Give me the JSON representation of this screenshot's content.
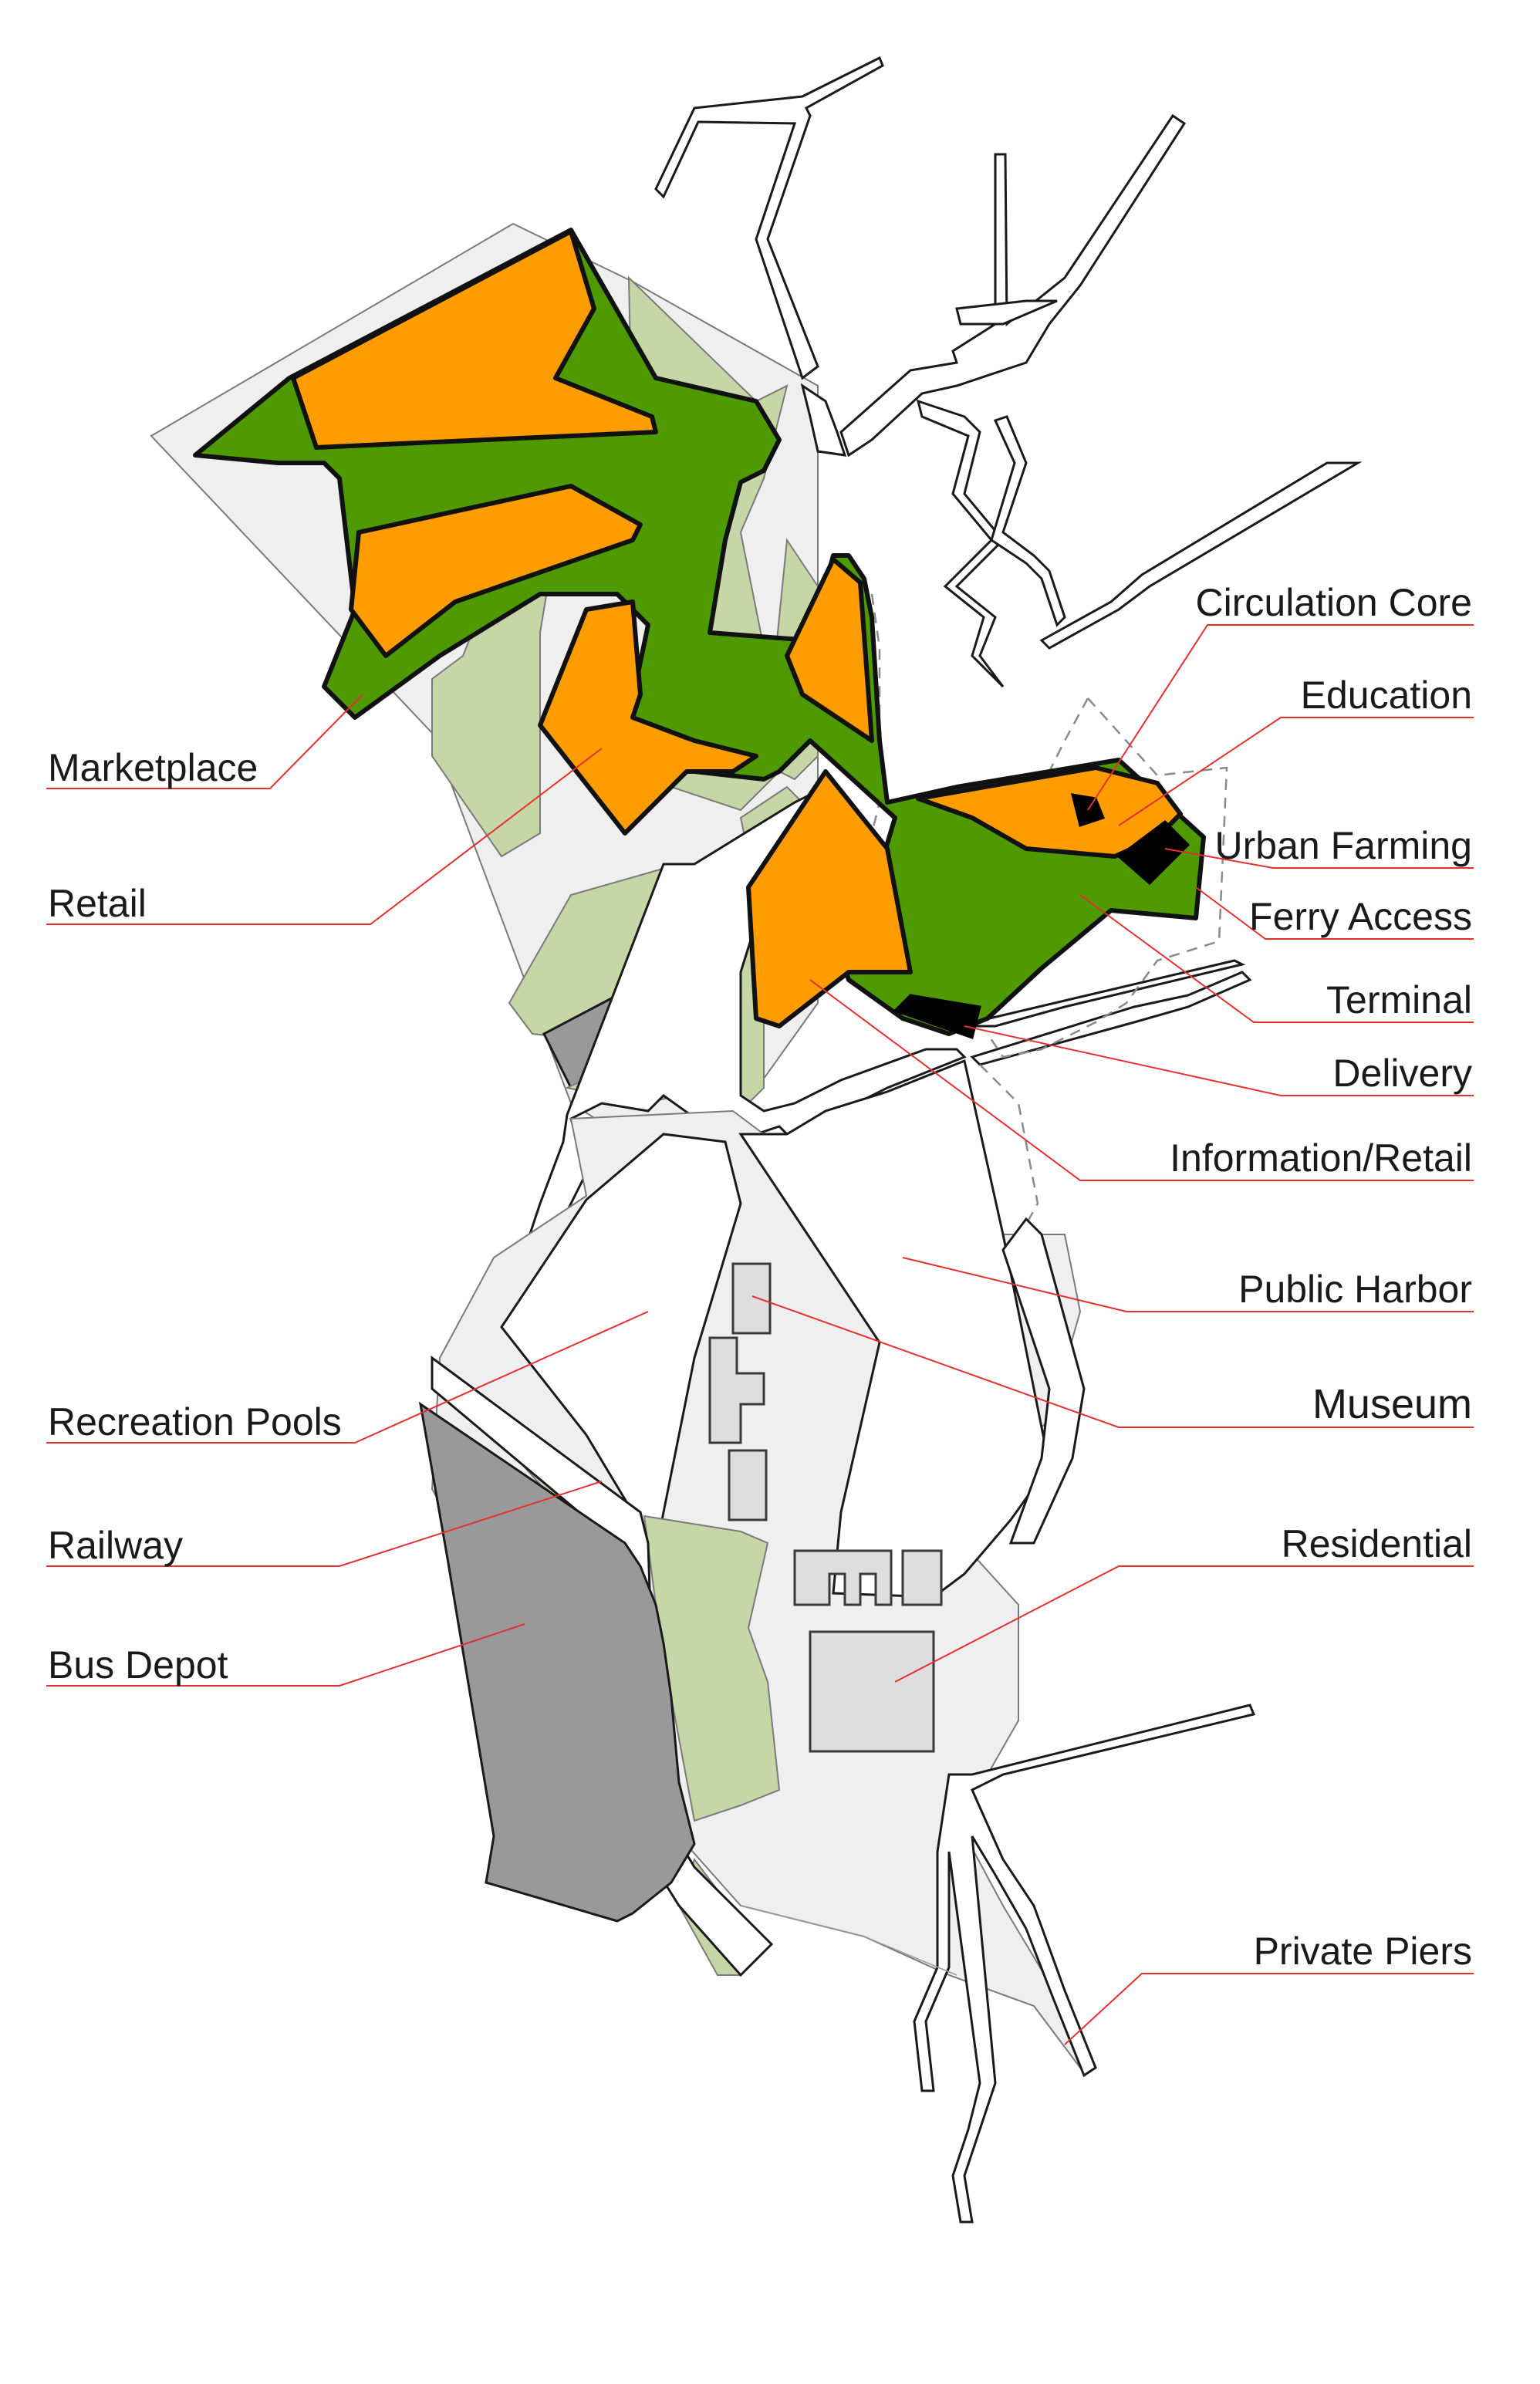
{
  "labels": {
    "left": {
      "marketplace": "Marketplace",
      "retail": "Retail",
      "recreation_pools": "Recreation Pools",
      "railway": "Railway",
      "bus_depot": "Bus Depot"
    },
    "right": {
      "circulation_core": "Circulation Core",
      "education": "Education",
      "urban_farming": "Urban Farming",
      "ferry_access": "Ferry Access",
      "terminal": "Terminal",
      "delivery": "Delivery",
      "information_retail": "Information/Retail",
      "public_harbor": "Public Harbor",
      "museum": "Museum",
      "residential": "Residential",
      "private_piers": "Private Piers"
    }
  },
  "colors": {
    "circulation_green": "#4e9a00",
    "program_orange": "#ff9c00",
    "landscape_green": "#c6d6a6",
    "plaza_grey": "#efefef",
    "depot_grey": "#999999",
    "core_black": "#000000",
    "leader_red": "#e63030"
  }
}
